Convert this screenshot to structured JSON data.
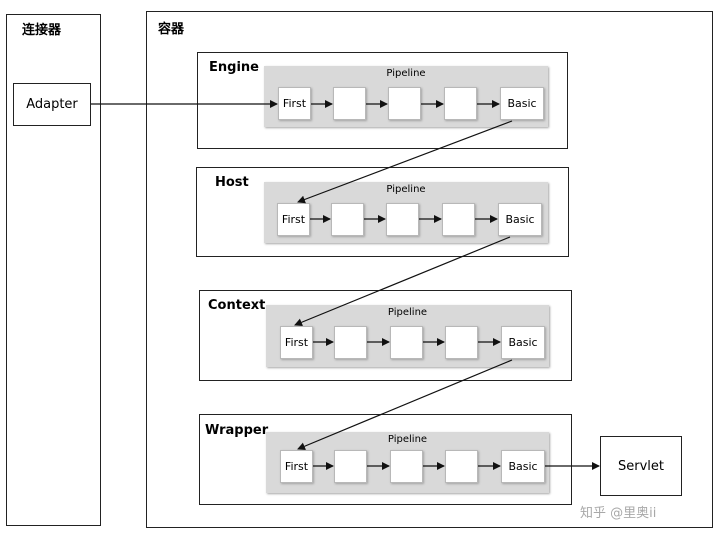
{
  "connector": {
    "title": "连接器",
    "adapter_label": "Adapter"
  },
  "container": {
    "title": "容器"
  },
  "containers": [
    {
      "name": "Engine",
      "pipeline_label": "Pipeline",
      "first_label": "First",
      "basic_label": "Basic"
    },
    {
      "name": "Host",
      "pipeline_label": "Pipeline",
      "first_label": "First",
      "basic_label": "Basic"
    },
    {
      "name": "Context",
      "pipeline_label": "Pipeline",
      "first_label": "First",
      "basic_label": "Basic"
    },
    {
      "name": "Wrapper",
      "pipeline_label": "Pipeline",
      "first_label": "First",
      "basic_label": "Basic"
    }
  ],
  "servlet_label": "Servlet",
  "watermark": "知乎 @里奥ii"
}
